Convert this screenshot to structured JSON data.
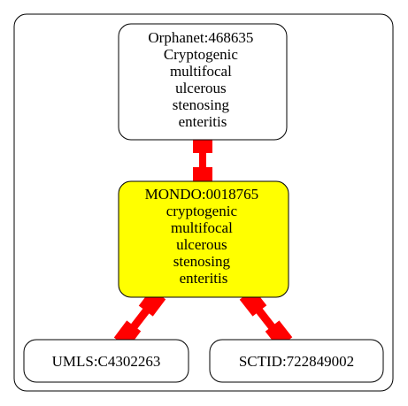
{
  "diagram": {
    "colors": {
      "background": "#ffffff",
      "border": "#000000",
      "edge": "#ff0000",
      "highlight_fill": "#ffff00",
      "node_fill": "#ffffff"
    },
    "nodes": [
      {
        "id": "orphanet",
        "lines": [
          "Orphanet:468635",
          "Cryptogenic",
          "multifocal",
          "ulcerous",
          "stenosing",
          "enteritis"
        ],
        "highlighted": false
      },
      {
        "id": "mondo",
        "lines": [
          "MONDO:0018765",
          "cryptogenic",
          "multifocal",
          "ulcerous",
          "stenosing",
          "enteritis"
        ],
        "highlighted": true
      },
      {
        "id": "umls",
        "lines": [
          "UMLS:C4302263"
        ],
        "highlighted": false
      },
      {
        "id": "sctid",
        "lines": [
          "SCTID:722849002"
        ],
        "highlighted": false
      }
    ],
    "edges": [
      {
        "from": "orphanet",
        "to": "mondo"
      },
      {
        "from": "mondo",
        "to": "umls"
      },
      {
        "from": "mondo",
        "to": "sctid"
      }
    ]
  }
}
